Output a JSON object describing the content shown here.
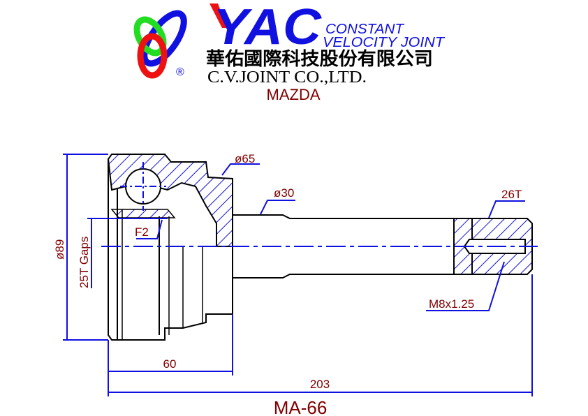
{
  "logo": {
    "brand": "YAC",
    "tagline_line1": "CONSTANT",
    "tagline_line2": "VELOCITY JOINT",
    "registered_mark": "®"
  },
  "company": {
    "chinese_name": "華佑國際科技股份有限公司",
    "english_name": "C.V.JOINT CO.,LTD."
  },
  "make": "MAZDA",
  "dimensions": {
    "outer_diameter": "ø89",
    "abs_gaps": "25T Gaps",
    "housing_diameter": "ø65",
    "shaft_diameter": "ø30",
    "spline": "26T",
    "thread": "M8x1.25",
    "f2": "F2",
    "housing_length": "60",
    "total_length": "203"
  },
  "part_number": "MA-66",
  "colors": {
    "line": "#000000",
    "dimension": "#1010e0",
    "label": "#800000"
  }
}
